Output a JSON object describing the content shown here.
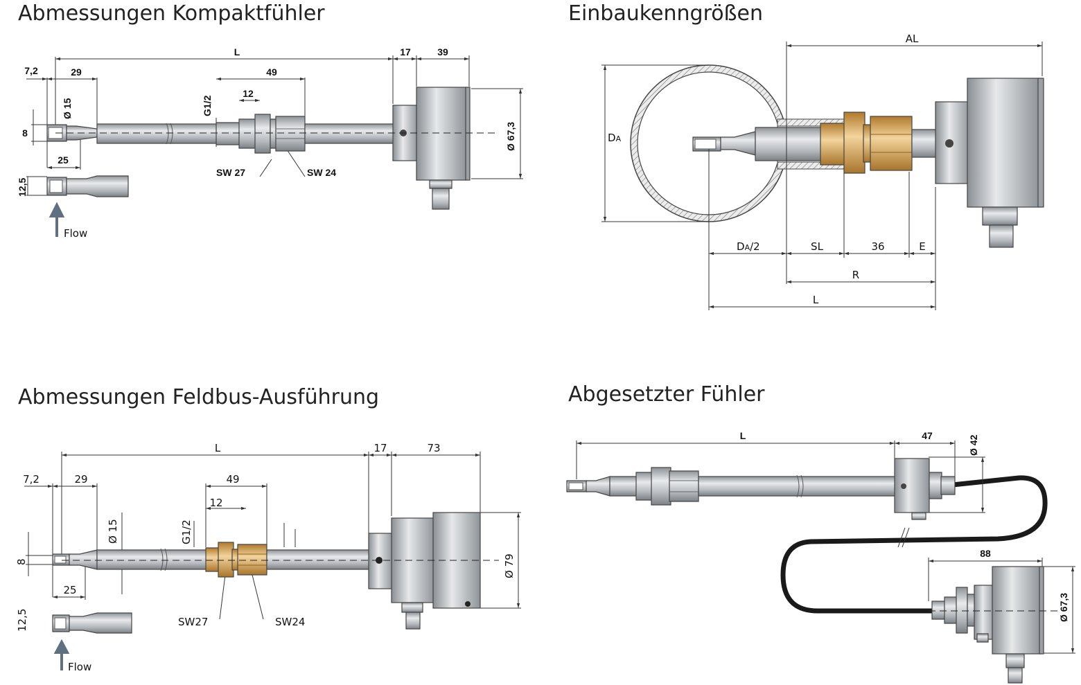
{
  "panels": {
    "compact": {
      "title": "Abmessungen Kompaktfühler",
      "dims": {
        "L": "L",
        "d17": "17",
        "d39": "39",
        "d72": "7,2",
        "d29": "29",
        "d49": "49",
        "d12": "12",
        "d15": "Ø 15",
        "g12": "G1/2",
        "d8": "8",
        "d25": "25",
        "d125": "12,5",
        "d673": "Ø 67,3",
        "sw27": "SW 27",
        "sw24": "SW 24",
        "flow": "Flow"
      }
    },
    "install": {
      "title": "Einbaukenngrößen",
      "dims": {
        "AL": "AL",
        "DA_main": "D",
        "DA_sub": "A",
        "DA2_main": "D",
        "DA2_sub": "A",
        "DA2_suffix": "/2",
        "SL": "SL",
        "d36": "36",
        "E": "E",
        "R": "R",
        "L": "L"
      }
    },
    "fieldbus": {
      "title": "Abmessungen Feldbus-Ausführung",
      "dims": {
        "L": "L",
        "d17": "17",
        "d73": "73",
        "d72": "7,2",
        "d29": "29",
        "d49": "49",
        "d12": "12",
        "d15": "Ø  15",
        "g12": "G1/2",
        "d8": "8",
        "d25": "25",
        "d125": "12,5",
        "d79": "Ø  79",
        "sw27": "SW27",
        "sw24": "SW24",
        "flow": "Flow"
      }
    },
    "remote": {
      "title": "Abgesetzter Fühler",
      "dims": {
        "L": "L",
        "d47": "47",
        "d42": "Ø 42",
        "d88": "88",
        "d673": "Ø 67,3"
      }
    }
  },
  "colors": {
    "metal": "#b8bcc0",
    "brass": "#d9a85c",
    "cable": "#1a1a1a",
    "flow_arrow": "#5f7180"
  }
}
